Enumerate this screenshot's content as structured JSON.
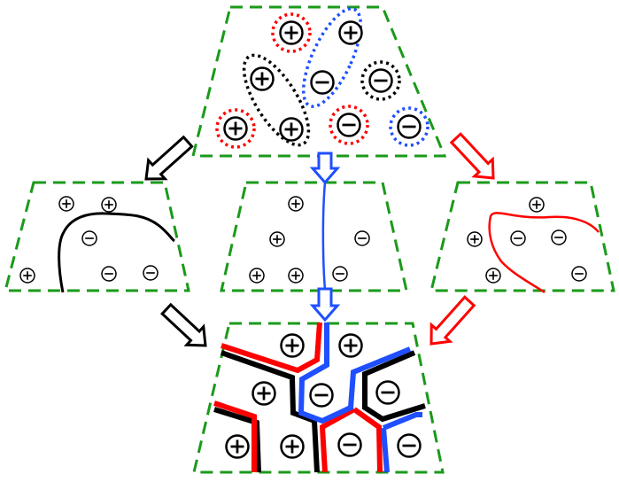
{
  "colors": {
    "panel_border": "#1a9a1a",
    "black": "#000000",
    "red": "#ff0000",
    "blue": "#1f4fff"
  },
  "symbols": {
    "plus": "+",
    "minus": "−"
  },
  "panels": {
    "top": {
      "charges": [
        {
          "sign": "plus",
          "ring": "red"
        },
        {
          "sign": "plus",
          "ring": "blue"
        },
        {
          "sign": "plus",
          "ring": "black"
        },
        {
          "sign": "minus",
          "ring": "blue"
        },
        {
          "sign": "minus",
          "ring": "black"
        },
        {
          "sign": "plus",
          "ring": "red"
        },
        {
          "sign": "plus",
          "ring": "black"
        },
        {
          "sign": "minus",
          "ring": "red"
        },
        {
          "sign": "minus",
          "ring": "blue"
        }
      ]
    },
    "left": {
      "divider": "black",
      "plus_count": 3,
      "minus_count": 3
    },
    "middle": {
      "divider": "blue",
      "plus_count": 4,
      "minus_count": 2
    },
    "right": {
      "divider": "red",
      "plus_count": 3,
      "minus_count": 3
    },
    "bottom": {
      "plus_count": 5,
      "minus_count": 4,
      "boundaries": [
        "black",
        "red",
        "blue"
      ]
    }
  },
  "arrows": [
    {
      "from": "top",
      "to": "left",
      "color": "black"
    },
    {
      "from": "top",
      "to": "middle",
      "color": "blue"
    },
    {
      "from": "top",
      "to": "right",
      "color": "red"
    },
    {
      "from": "left",
      "to": "bottom",
      "color": "black"
    },
    {
      "from": "middle",
      "to": "bottom",
      "color": "blue"
    },
    {
      "from": "right",
      "to": "bottom",
      "color": "red"
    }
  ]
}
